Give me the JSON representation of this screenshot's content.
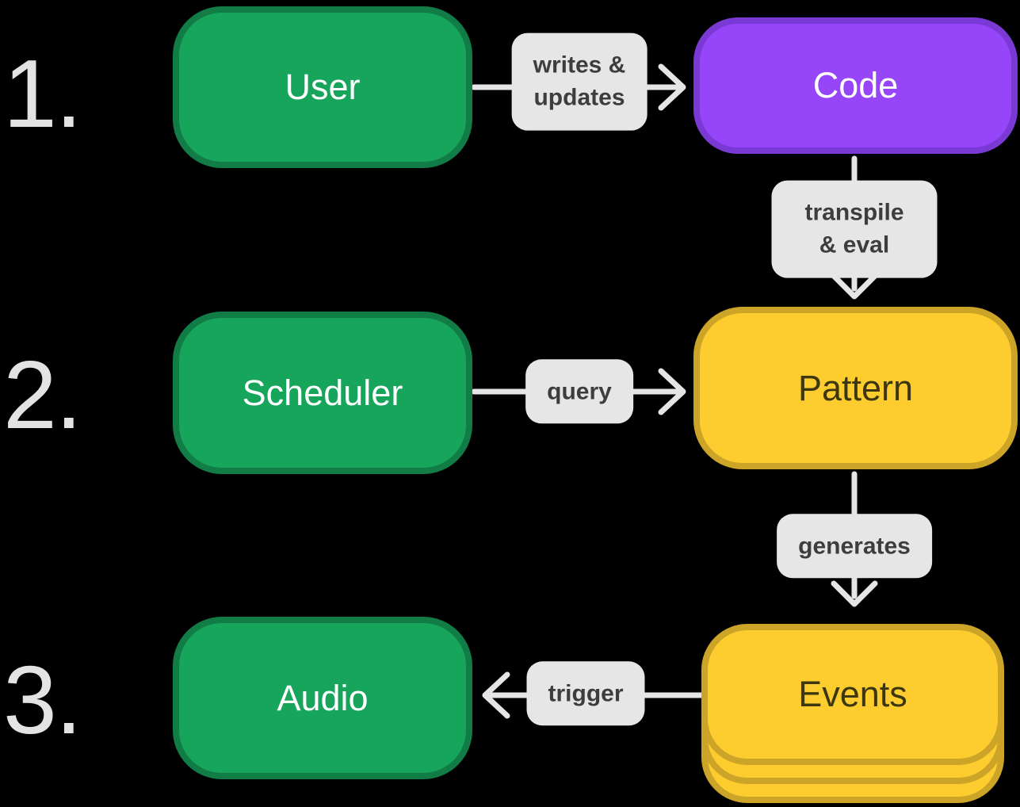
{
  "diagram": {
    "steps": [
      {
        "number": "1."
      },
      {
        "number": "2."
      },
      {
        "number": "3."
      }
    ],
    "nodes": {
      "user": {
        "label": "User",
        "color": "#17a55c"
      },
      "code": {
        "label": "Code",
        "color": "#9645f9"
      },
      "scheduler": {
        "label": "Scheduler",
        "color": "#17a55c"
      },
      "pattern": {
        "label": "Pattern",
        "color": "#fdcc2f"
      },
      "events": {
        "label": "Events",
        "color": "#fdcc2f",
        "stacked": true
      },
      "audio": {
        "label": "Audio",
        "color": "#17a55c"
      }
    },
    "edges": {
      "user_to_code": {
        "label": "writes &\nupdates"
      },
      "code_to_pattern": {
        "label": "transpile & eval"
      },
      "scheduler_to_pattern": {
        "label": "query"
      },
      "pattern_to_events": {
        "label": "generates"
      },
      "events_to_audio": {
        "label": "trigger"
      }
    },
    "colors": {
      "background": "#000000",
      "green_fill": "#17a55c",
      "green_border": "#117c46",
      "purple_fill": "#9645f9",
      "purple_border": "#7a39d4",
      "yellow_fill": "#fdcc2f",
      "yellow_border": "#cca428",
      "label_bg": "#e6e6e6",
      "label_text": "#3d3d3d",
      "arrow": "#e5e5e5",
      "number_text": "#e3e3e3"
    }
  }
}
